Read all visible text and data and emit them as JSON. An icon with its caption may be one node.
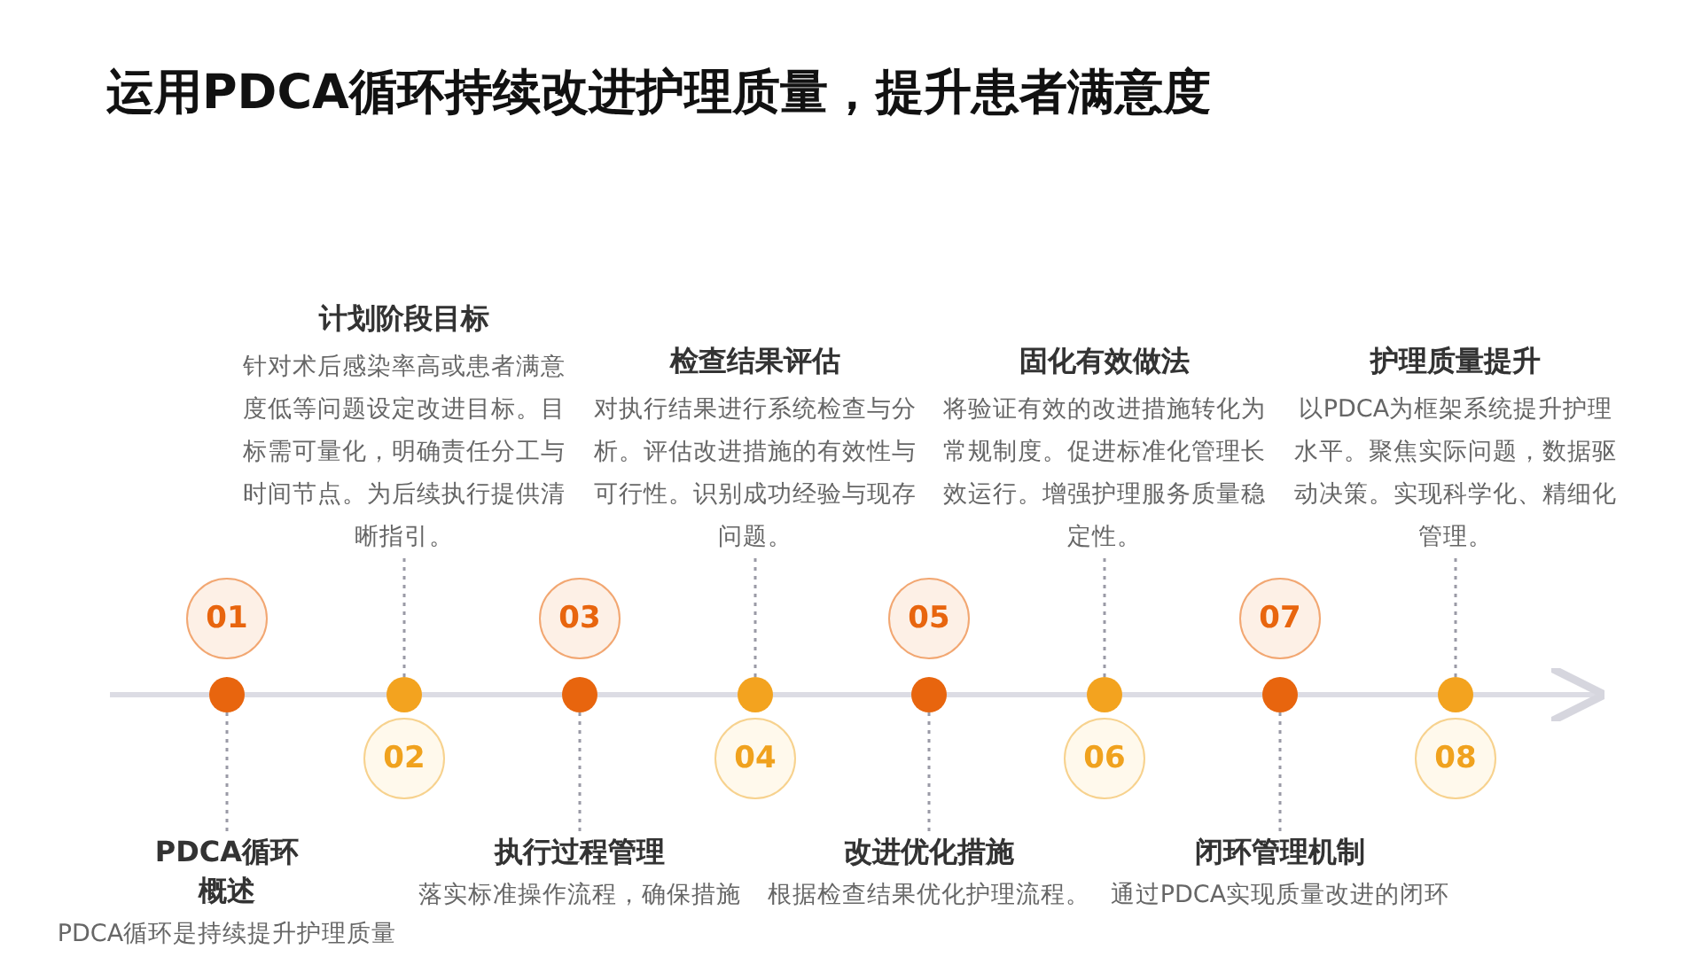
{
  "diagram": {
    "title": "运用PDCA循环持续改进护理质量，提升患者满意度",
    "nodes": [
      {
        "text": [
          "01"
        ]
      },
      {
        "text": [],
        "shape": "circle"
      },
      {
        "text": [
          "PDCA循环概述",
          "PDCA循环是持续提升护理质量"
        ]
      },
      {
        "text": [
          "02"
        ]
      },
      {
        "text": [],
        "shape": "circle"
      },
      {
        "text": [
          "计划阶段目标",
          "针对术后感染率高或患者满意度低等问题设定改进目标。目标需可量化，明确责任分工与时间节点。为后续执行提供清晰指引。"
        ]
      },
      {
        "text": [
          "03"
        ]
      },
      {
        "text": [],
        "shape": "circle"
      },
      {
        "text": [
          "执行过程管理",
          "落实标准操作流程，确保措施"
        ]
      },
      {
        "text": [
          "04"
        ]
      },
      {
        "text": [],
        "shape": "circle"
      },
      {
        "text": [
          "检查结果评估",
          "对执行结果进行系统检查与分析。评估改进措施的有效性与可行性。识别成功经验与现存问题。"
        ]
      },
      {
        "text": [
          "05"
        ]
      },
      {
        "text": [],
        "shape": "circle"
      },
      {
        "text": [
          "改进优化措施",
          "根据检查结果优化护理流程。"
        ]
      },
      {
        "text": [
          "06"
        ]
      },
      {
        "text": [],
        "shape": "circle"
      },
      {
        "text": [
          "固化有效做法",
          "将验证有效的改进措施转化为常规制度。促进标准化管理长效运行。增强护理服务质量稳定性。"
        ]
      },
      {
        "text": [
          "07"
        ]
      },
      {
        "text": [],
        "shape": "circle"
      },
      {
        "text": [
          "闭环管理机制",
          "通过PDCA实现质量改进的闭环"
        ]
      },
      {
        "text": [
          "08"
        ]
      },
      {
        "text": [],
        "shape": "circle"
      },
      {
        "text": [
          "护理质量提升",
          "以PDCA为框架系统提升护理水平。聚焦实际问题，数据驱动决策。实现科学化、精细化管理。"
        ]
      }
    ],
    "edges": [
      {
        "from": 1,
        "to": 2,
        "arrow": "none",
        "style": "dashed"
      },
      {
        "from": 4,
        "to": 5,
        "arrow": "none",
        "style": "dashed"
      },
      {
        "from": 7,
        "to": 8,
        "arrow": "none",
        "style": "dashed"
      },
      {
        "from": 10,
        "to": 11,
        "arrow": "none",
        "style": "dashed"
      },
      {
        "from": 13,
        "to": 14,
        "arrow": "none",
        "style": "dashed"
      },
      {
        "from": 16,
        "to": 17,
        "arrow": "none",
        "style": "dashed"
      },
      {
        "from": 19,
        "to": 20,
        "arrow": "none",
        "style": "dashed"
      },
      {
        "from": 22,
        "to": 23,
        "arrow": "none",
        "style": "dashed"
      }
    ]
  }
}
